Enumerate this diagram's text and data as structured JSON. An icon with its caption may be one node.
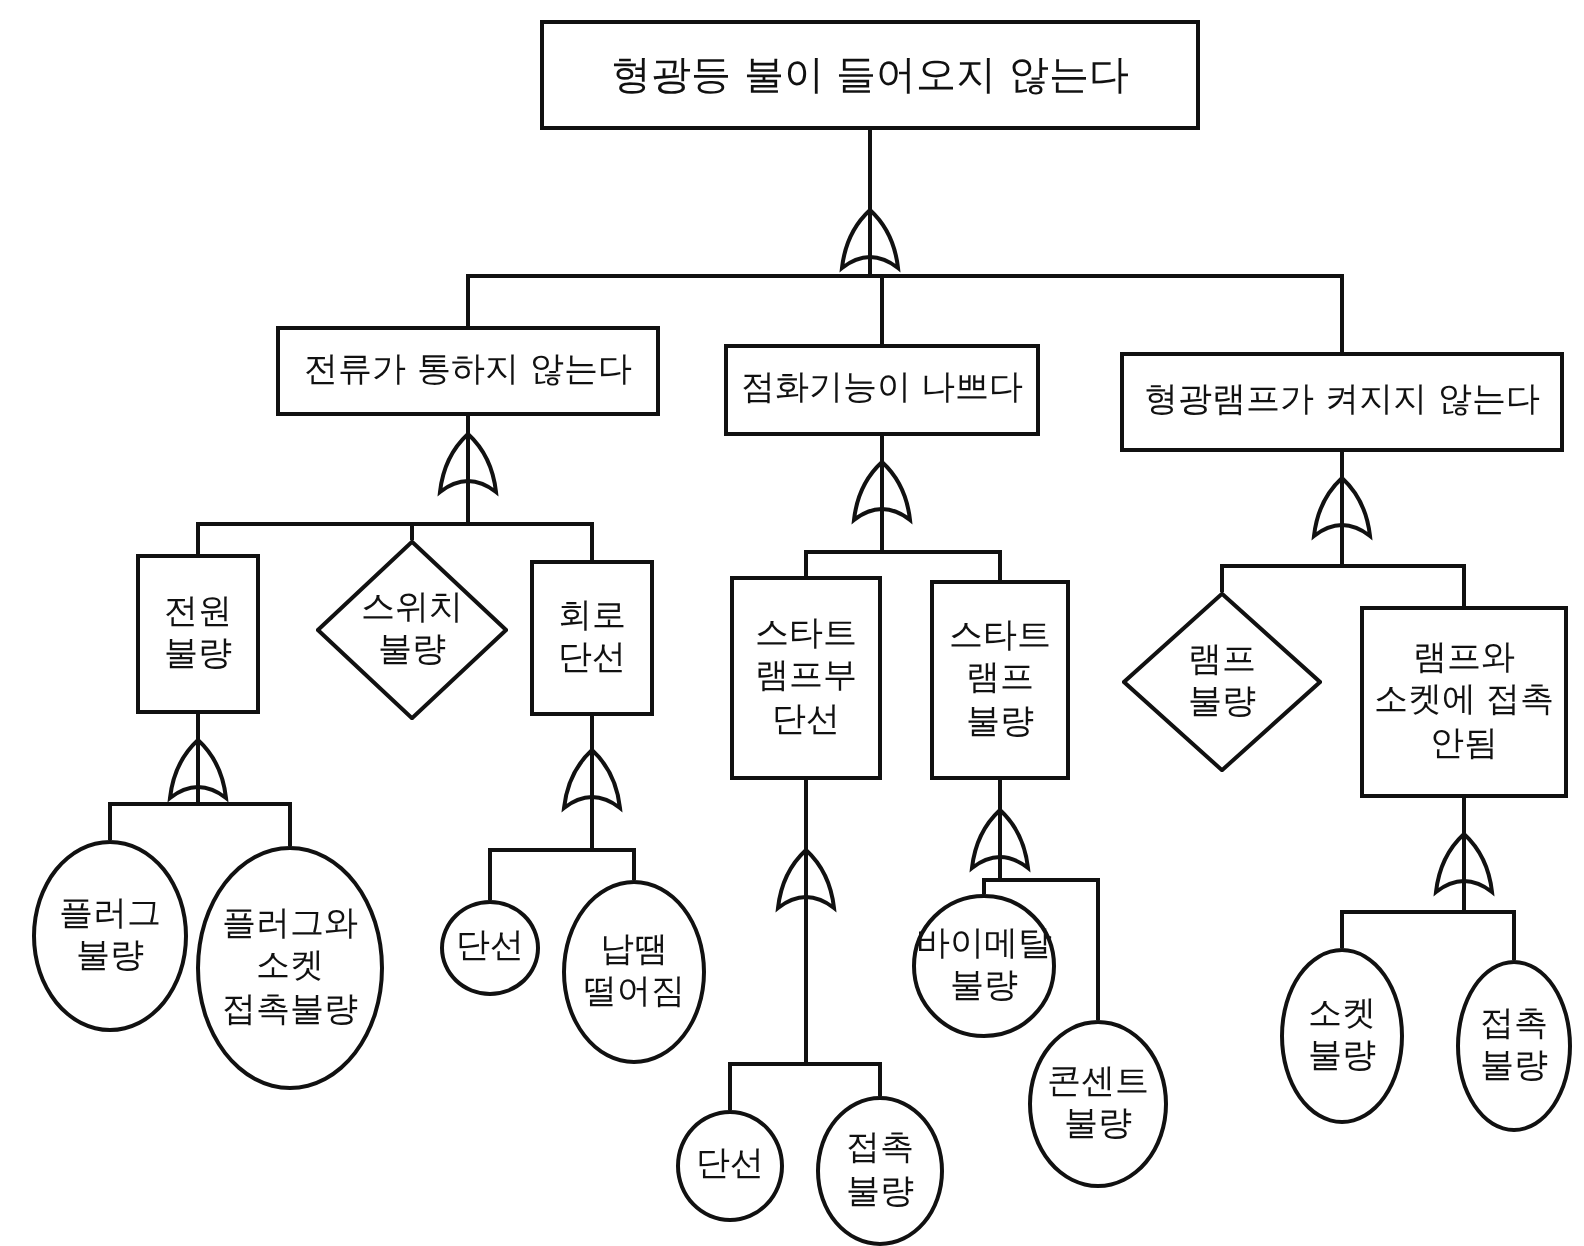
{
  "diagram": {
    "nodes": [
      {
        "text": [
          "형광등 불이 들어오지 않는다"
        ]
      },
      {
        "text": [
          "전류가 통하지 않는다"
        ]
      },
      {
        "text": [
          "점화기능이 나쁘다"
        ]
      },
      {
        "text": [
          "형광램프가 켜지지 않는다"
        ]
      },
      {
        "text": [
          "전원 불량"
        ]
      },
      {
        "text": [
          "스위치 불량"
        ]
      },
      {
        "text": [
          "회로 단선"
        ]
      },
      {
        "text": [
          "플러그 불량"
        ]
      },
      {
        "text": [
          "플러그와 소켓 접촉불량"
        ]
      },
      {
        "text": [
          "단선"
        ]
      },
      {
        "text": [
          "납땜 떨어짐"
        ]
      },
      {
        "text": [
          "스타트 램프부 단선"
        ]
      },
      {
        "text": [
          "스타트 램프 불량"
        ]
      },
      {
        "text": [
          "단선"
        ]
      },
      {
        "text": [
          "접촉 불량"
        ]
      },
      {
        "text": [
          "바이메탈 불량"
        ]
      },
      {
        "text": [
          "콘센트 불량"
        ]
      },
      {
        "text": [
          "램프 불량"
        ]
      },
      {
        "text": [
          "램프와 소켓에 접촉 안됨"
        ]
      },
      {
        "text": [
          "소켓 불량"
        ]
      },
      {
        "text": [
          "접촉 불량"
        ]
      }
    ],
    "edges": [
      {
        "from": 0,
        "to": 1,
        "arrow": "none"
      },
      {
        "from": 0,
        "to": 2,
        "arrow": "none"
      },
      {
        "from": 0,
        "to": 3,
        "arrow": "none"
      },
      {
        "from": 1,
        "to": 4,
        "arrow": "none"
      },
      {
        "from": 1,
        "to": 5,
        "arrow": "none"
      },
      {
        "from": 1,
        "to": 6,
        "arrow": "none"
      },
      {
        "from": 4,
        "to": 7,
        "arrow": "none"
      },
      {
        "from": 4,
        "to": 8,
        "arrow": "none"
      },
      {
        "from": 6,
        "to": 9,
        "arrow": "none"
      },
      {
        "from": 6,
        "to": 10,
        "arrow": "none"
      },
      {
        "from": 2,
        "to": 11,
        "arrow": "none"
      },
      {
        "from": 2,
        "to": 12,
        "arrow": "none"
      },
      {
        "from": 11,
        "to": 13,
        "arrow": "none"
      },
      {
        "from": 11,
        "to": 14,
        "arrow": "none"
      },
      {
        "from": 12,
        "to": 15,
        "arrow": "none"
      },
      {
        "from": 12,
        "to": 16,
        "arrow": "none"
      },
      {
        "from": 3,
        "to": 17,
        "arrow": "none"
      },
      {
        "from": 3,
        "to": 18,
        "arrow": "none"
      },
      {
        "from": 18,
        "to": 19,
        "arrow": "none"
      },
      {
        "from": 18,
        "to": 20,
        "arrow": "none"
      }
    ]
  }
}
